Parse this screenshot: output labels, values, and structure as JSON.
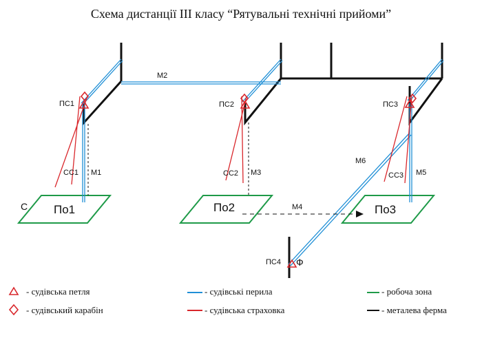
{
  "title": "Схема дистанції III класу “Рятувальні технічні прийоми”",
  "zones": {
    "z1": "По1",
    "z2": "По2",
    "z3": "По3"
  },
  "points": {
    "ps1": "ПС1",
    "ps2": "ПС2",
    "ps3": "ПС3",
    "ps4": "ПС4"
  },
  "labels": {
    "start": "С",
    "finish": "Ф",
    "m1": "М1",
    "m2": "М2",
    "m3": "М3",
    "m4": "М4",
    "m5": "М5",
    "m6": "М6",
    "ss1": "СС1",
    "ss2": "СС2",
    "ss3": "СС3"
  },
  "legend": {
    "loop": "- судівська петля",
    "carabiner": "- судівський карабін",
    "rails": "- судівські перила",
    "belay": "- судівська страховка",
    "work_zone": "- робоча зона",
    "truss": "- металева ферма"
  },
  "colors": {
    "rope_blue": "#1f8fd6",
    "belay_red": "#d9262b",
    "zone_green": "#1e9a48",
    "truss_black": "#111111"
  }
}
